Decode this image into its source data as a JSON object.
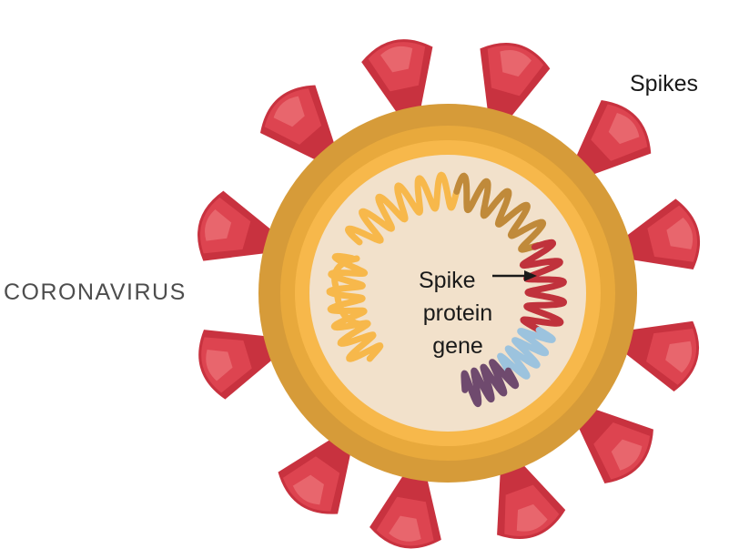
{
  "title": "CORONAVIRUS",
  "labels": {
    "spikes": "Spikes",
    "gene_line1": "Spike",
    "gene_line2": "protein",
    "gene_line3": "gene"
  },
  "colors": {
    "spike_outer": "#c8323f",
    "spike_mid": "#dd4450",
    "spike_inner": "#e8666d",
    "membrane_dark": "#d69b39",
    "membrane_mid": "#e8a93c",
    "membrane_light": "#f7b84b",
    "core": "#f2e1cb",
    "rna_orange": "#f7b84b",
    "rna_gold": "#c08a3a",
    "rna_red": "#c0323c",
    "rna_blue": "#9cc3de",
    "rna_purple": "#6f4a6e"
  },
  "icons": [
    "arrow-right-icon"
  ]
}
